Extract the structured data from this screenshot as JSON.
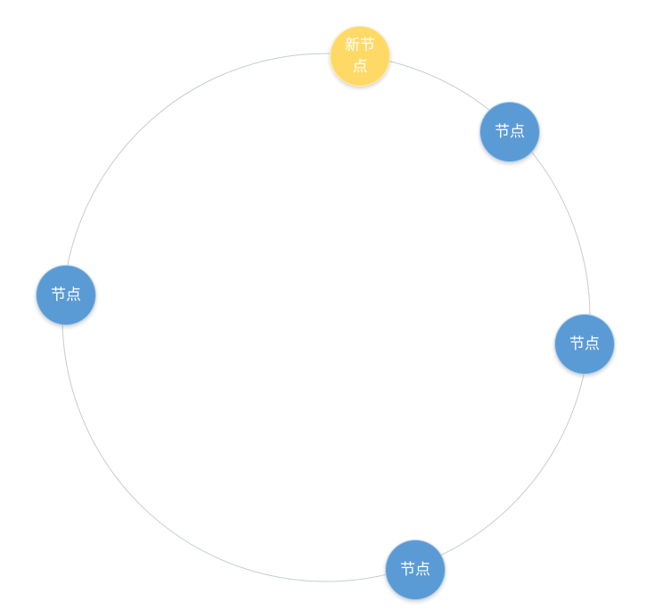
{
  "diagram": {
    "type": "ring",
    "colors": {
      "ring_stroke": "#c5ccd3",
      "node_fill": "#5b9bd5",
      "new_node_fill": "#ffd966",
      "node_text": "#ffffff"
    },
    "new_node": {
      "label": "新节点"
    },
    "nodes": [
      {
        "label": "节点"
      },
      {
        "label": "节点"
      },
      {
        "label": "节点"
      },
      {
        "label": "节点"
      }
    ]
  }
}
